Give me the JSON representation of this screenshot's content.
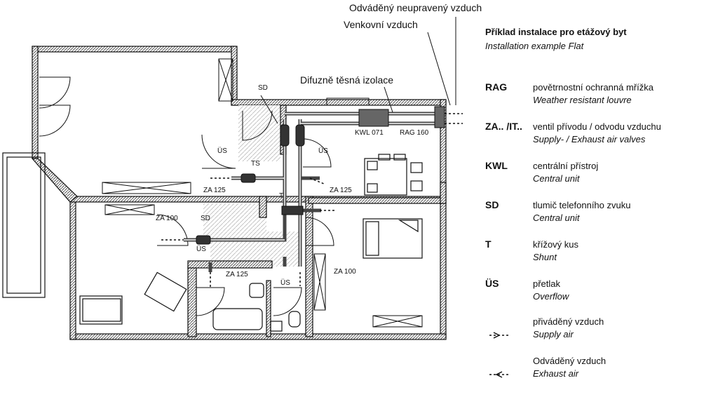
{
  "callouts": {
    "exhaust_untreated": "Odváděný neupravený vzduch",
    "outdoor_air": "Venkovní vzduch",
    "diffusion_insulation": "Difuzně těsná izolace"
  },
  "plan_labels": {
    "sd_top": "SD",
    "sd_left": "SD",
    "us_1": "ÜS",
    "us_2": "ÜS",
    "us_3": "ÜS",
    "us_4": "ÜS",
    "ts": "TS",
    "t": "T",
    "za125_left": "ZA 125",
    "za125_right": "ZA 125",
    "za125_bottom": "ZA 125",
    "za100_left": "ZA 100",
    "za100_right": "ZA 100",
    "kwl071": "KWL 071",
    "rag160": "RAG 160"
  },
  "legend": {
    "title": "Příklad instalace pro etážový byt",
    "subtitle": "Installation example Flat",
    "items": [
      {
        "code": "RAG",
        "cz": "povětrnostní ochranná mřížka",
        "en": "Weather resistant louvre"
      },
      {
        "code": "ZA.. /IT..",
        "cz": "ventil přívodu / odvodu vzduchu",
        "en": "Supply- / Exhaust air valves"
      },
      {
        "code": "KWL",
        "cz": "centrální přístroj",
        "en": "Central unit"
      },
      {
        "code": "SD",
        "cz": "tlumič telefonního zvuku",
        "en": "Central unit"
      },
      {
        "code": "T",
        "cz": "křížový kus",
        "en": "Shunt"
      },
      {
        "code": "ÜS",
        "cz": "přetlak",
        "en": "Overflow"
      },
      {
        "code": "",
        "cz": "přiváděný vzduch",
        "en": "Supply air"
      },
      {
        "code": "",
        "cz": "Odváděný vzduch",
        "en": "Exhaust air"
      }
    ]
  },
  "colors": {
    "wall": "#777777",
    "line": "#111111",
    "duct": "#555555"
  }
}
